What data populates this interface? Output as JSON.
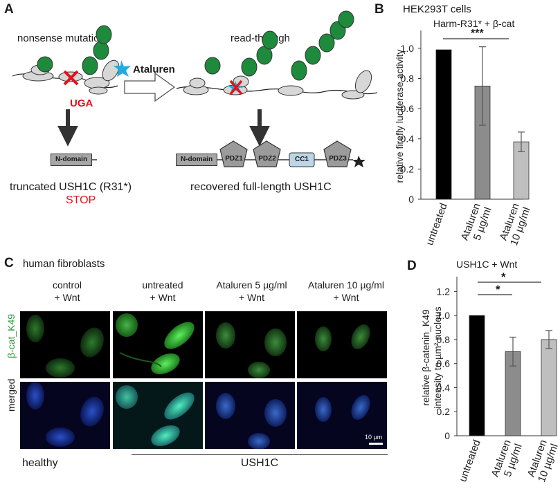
{
  "panels": {
    "A": {
      "label": "A",
      "left_title": "nonsense mutation",
      "right_title": "read-through",
      "stop_codon": "UGA",
      "drug": "Ataluren",
      "truncated_domain": "N-domain",
      "truncated_caption": "truncated USH1C (R31*)",
      "stop_label": "STOP",
      "full_domains": [
        "N-domain",
        "PDZ1",
        "PDZ2",
        "CC1",
        "PDZ3"
      ],
      "full_caption": "recovered  full-length USH1C",
      "colors": {
        "stop_red": "#e3121b",
        "drug_blue": "#29a8e0",
        "ribosome_green": "#1e8a3c",
        "cc1_fill": "#bcd6e6"
      }
    },
    "B": {
      "label": "B",
      "cell_line": "HEK293T cells",
      "condition": "Harm-R31* + β-cat",
      "significance": "***"
    },
    "C": {
      "label": "C",
      "title": "human fibroblasts",
      "columns": [
        "control\n+ Wnt",
        "untreated\n+ Wnt",
        "Ataluren 5 µg/ml\n+ Wnt",
        "Ataluren 10 µg/ml\n+ Wnt"
      ],
      "rows": [
        "β-cat_K49",
        "merged"
      ],
      "scale_bar": "10 µm",
      "group_healthy": "healthy",
      "group_disease": "USH1C"
    },
    "D": {
      "label": "D",
      "condition": "USH1C + Wnt",
      "significance": [
        "*",
        "*"
      ]
    }
  },
  "chart_data": [
    {
      "id": "B",
      "type": "bar",
      "title": "Harm-R31* + β-cat",
      "categories": [
        "untreated",
        "Ataluren\n5 µg/ml",
        "Ataluren\n10 µg/ml"
      ],
      "values": [
        0.99,
        0.75,
        0.38
      ],
      "errors": [
        0.0,
        0.26,
        0.065
      ],
      "colors": [
        "#000000",
        "#8c8c8c",
        "#bfbfbf"
      ],
      "ylabel": "relative firefly luciferase activity",
      "ylim": [
        0,
        1.1
      ],
      "yticks": [
        0,
        0.2,
        0.4,
        0.6,
        0.8,
        1.0
      ],
      "ytick_labels": [
        "0",
        "0.2",
        "0.4",
        "0.6",
        "0.8",
        "1.0"
      ],
      "grid": false
    },
    {
      "id": "D",
      "type": "bar",
      "title": "USH1C + Wnt",
      "categories": [
        "untreated",
        "Ataluren\n5 µg/ml",
        "Ataluren\n10 µg/ml"
      ],
      "values": [
        1.0,
        0.7,
        0.8
      ],
      "errors": [
        0.0,
        0.12,
        0.075
      ],
      "colors": [
        "#000000",
        "#8c8c8c",
        "#bfbfbf"
      ],
      "ylabel": "relative β-catenin_K49\nintensity to µm² nucleus",
      "ylim": [
        0,
        1.3
      ],
      "yticks": [
        0,
        0.2,
        0.4,
        0.6,
        0.8,
        1.0,
        1.2
      ],
      "ytick_labels": [
        "0",
        "0.2",
        "0.4",
        "0.6",
        "0.8",
        "1.0",
        "1.2"
      ],
      "grid": false
    }
  ]
}
